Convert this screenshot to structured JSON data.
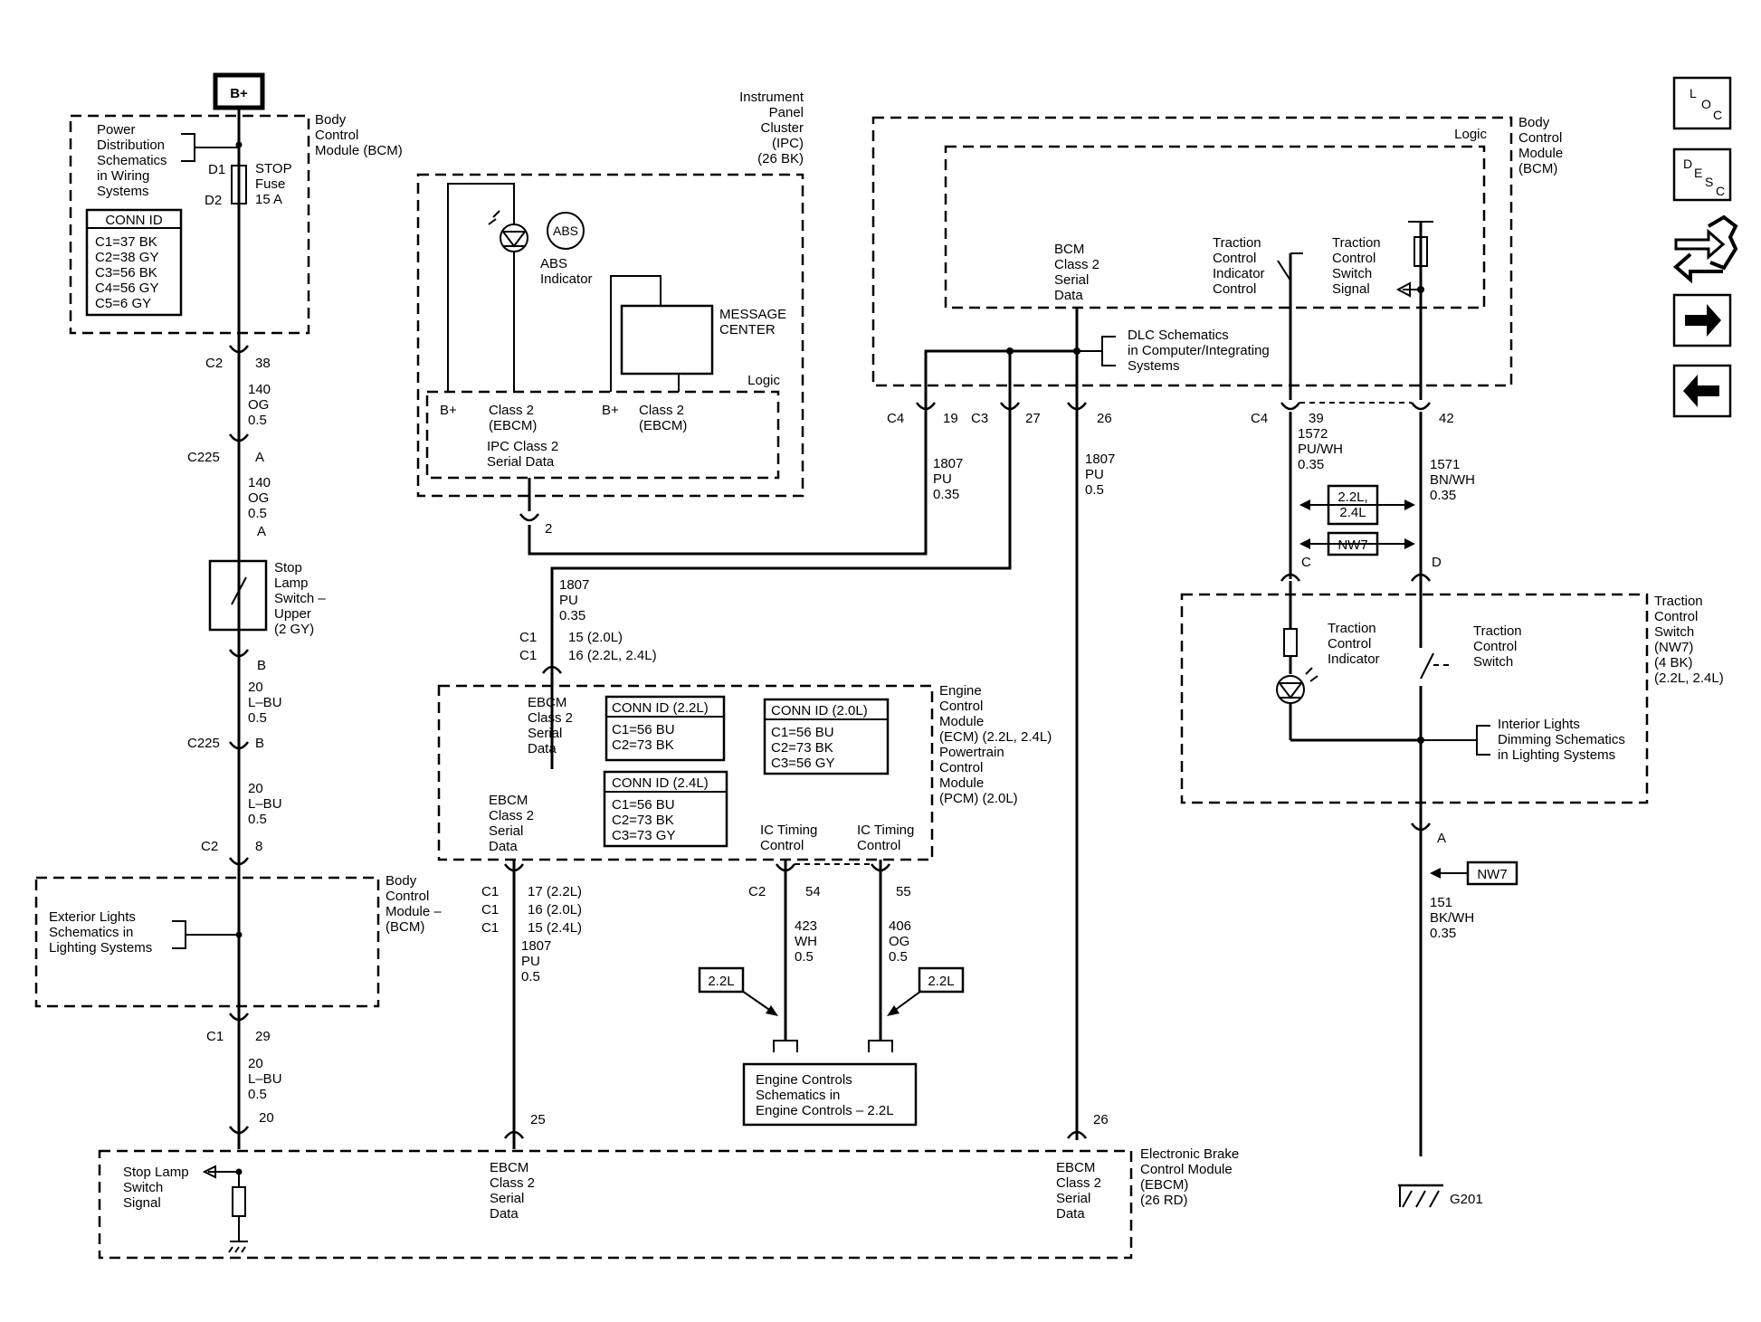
{
  "bplus": "B+",
  "bcm_left": {
    "title1": "Body",
    "title2": "Control",
    "title3": "Module (BCM)",
    "pd1": "Power",
    "pd2": "Distribution",
    "pd3": "Schematics",
    "pd4": "in Wiring",
    "pd5": "Systems",
    "d1": "D1",
    "d2": "D2",
    "fuse1": "STOP",
    "fuse2": "Fuse",
    "fuse3": "15  A",
    "conn_title": "CONN ID",
    "conn": [
      "C1=37 BK",
      "C2=38 GY",
      "C3=56 BK",
      "C4=56 GY",
      "C5=6 GY"
    ]
  },
  "left_wires": {
    "c2": "C2",
    "p38": "38",
    "w1a": "140",
    "w1b": "OG",
    "w1c": "0.5",
    "c225": "C225",
    "pa": "A",
    "w2a": "140",
    "w2b": "OG",
    "w2c": "0.5",
    "pa2": "A",
    "sw1": "Stop",
    "sw2": "Lamp",
    "sw3": "Switch –",
    "sw4": "Upper",
    "sw5": "(2 GY)",
    "pb": "B",
    "w3a": "20",
    "w3b": "L–BU",
    "w3c": "0.5",
    "c225b": "C225",
    "pb2": "B",
    "w4a": "20",
    "w4b": "L–BU",
    "w4c": "0.5",
    "c2b": "C2",
    "p8": "8",
    "c1": "C1",
    "p29": "29",
    "w5a": "20",
    "w5b": "L–BU",
    "w5c": "0.5",
    "p20": "20"
  },
  "bcm_mid": {
    "t1": "Body",
    "t2": "Control",
    "t3": "Module –",
    "t4": "(BCM)",
    "e1": "Exterior Lights",
    "e2": "Schematics in",
    "e3": "Lighting Systems"
  },
  "ipc": {
    "t1": "Instrument",
    "t2": "Panel",
    "t3": "Cluster",
    "t4": "(IPC)",
    "t5": "(26 BK)",
    "abs": "ABS",
    "abs1": "ABS",
    "abs2": "Indicator",
    "msg1": "MESSAGE",
    "msg2": "CENTER",
    "logic": "Logic",
    "bp1": "B+",
    "cl1a": "Class 2",
    "cl1b": "(EBCM)",
    "bp2": "B+",
    "cl2a": "Class 2",
    "cl2b": "(EBCM)",
    "ser1": "IPC Class 2",
    "ser2": "Serial Data",
    "pin": "2"
  },
  "bcm_right": {
    "t1": "Body",
    "t2": "Control",
    "t3": "Module",
    "t4": "(BCM)",
    "logic": "Logic",
    "b1": "BCM",
    "b2": "Class 2",
    "b3": "Serial",
    "b4": "Data",
    "ti1": "Traction",
    "ti2": "Control",
    "ti3": "Indicator",
    "ti4": "Control",
    "ts1": "Traction",
    "ts2": "Control",
    "ts3": "Switch",
    "ts4": "Signal",
    "dlc1": "DLC Schematics",
    "dlc2": "in Computer/Integrating",
    "dlc3": "Systems",
    "c4": "C4",
    "p19": "19",
    "c3": "C3",
    "p27": "27",
    "p26": "26",
    "c4b": "C4",
    "p39": "39",
    "p42": "42"
  },
  "mid_wires": {
    "w1a": "1807",
    "w1b": "PU",
    "w1c": "0.35",
    "w2a": "1807",
    "w2b": "PU",
    "w2c": "0.5",
    "w3a": "1807",
    "w3b": "PU",
    "w3c": "0.35",
    "c1a": "C1",
    "c1b": "C1",
    "p15": "15 (2.0L)",
    "p16": "16 (2.2L, 2.4L)"
  },
  "ecm": {
    "t1": "Engine",
    "t2": "Control",
    "t3": "Module",
    "t4": "(ECM) (2.2L, 2.4L)",
    "t5": "Powertrain",
    "t6": "Control",
    "t7": "Module",
    "t8": "(PCM) (2.0L)",
    "e1": "EBCM",
    "e2": "Class 2",
    "e3": "Serial",
    "e4": "Data",
    "f1": "EBCM",
    "f2": "Class 2",
    "f3": "Serial",
    "f4": "Data",
    "conn22_title": "CONN ID (2.2L)",
    "conn22": [
      "C1=56 BU",
      "C2=73 BK"
    ],
    "conn20_title": "CONN ID (2.0L)",
    "conn20": [
      "C1=56 BU",
      "C2=73 BK",
      "C3=56 GY"
    ],
    "conn24_title": "CONN ID (2.4L)",
    "conn24": [
      "C1=56 BU",
      "C2=73 BK",
      "C3=73 GY"
    ],
    "ict1a": "IC Timing",
    "ict1b": "Control",
    "ict2a": "IC Timing",
    "ict2b": "Control"
  },
  "low_wires": {
    "c1a": "C1",
    "c1b": "C1",
    "c1c": "C1",
    "p17": "17 (2.2L)",
    "p16": "16 (2.0L)",
    "p15": "15 (2.4L)",
    "wa": "1807",
    "wb": "PU",
    "wc": "0.5",
    "c2": "C2",
    "p54": "54",
    "p55": "55",
    "w423a": "423",
    "w423b": "WH",
    "w423c": "0.5",
    "w406a": "406",
    "w406b": "OG",
    "w406c": "0.5",
    "tag1": "2.2L",
    "tag2": "2.2L",
    "ec1": "Engine Controls",
    "ec2": "Schematics in",
    "ec3": "Engine Controls – 2.2L",
    "p25": "25",
    "p26": "26"
  },
  "ebcm": {
    "t1": "Electronic Brake",
    "t2": "Control Module",
    "t3": "(EBCM)",
    "t4": "(26 RD)",
    "sl1": "Stop Lamp",
    "sl2": "Switch",
    "sl3": "Signal",
    "a1": "EBCM",
    "a2": "Class 2",
    "a3": "Serial",
    "a4": "Data",
    "b1": "EBCM",
    "b2": "Class 2",
    "b3": "Serial",
    "b4": "Data"
  },
  "tcs": {
    "w1a": "1572",
    "w1b": "PU/WH",
    "w1c": "0.35",
    "w2a": "1571",
    "w2b": "BN/WH",
    "w2c": "0.35",
    "tag1a": "2.2L,",
    "tag1b": "2.4L",
    "tag2": "NW7",
    "pc": "C",
    "pd": "D",
    "t1": "Traction",
    "t2": "Control",
    "t3": "Switch",
    "t4": "(NW7)",
    "t5": "(4 BK)",
    "t6": "(2.2L, 2.4L)",
    "ti1": "Traction",
    "ti2": "Control",
    "ti3": "Indicator",
    "ts1": "Traction",
    "ts2": "Control",
    "ts3": "Switch",
    "il1": "Interior Lights",
    "il2": "Dimming Schematics",
    "il3": "in Lighting Systems",
    "pa": "A",
    "tag3": "NW7",
    "w3a": "151",
    "w3b": "BK/WH",
    "w3c": "0.35",
    "gnd": "G201"
  },
  "nav": {
    "loc": [
      "L",
      "O",
      "C"
    ],
    "desc": [
      "D",
      "E",
      "S",
      "C"
    ]
  }
}
